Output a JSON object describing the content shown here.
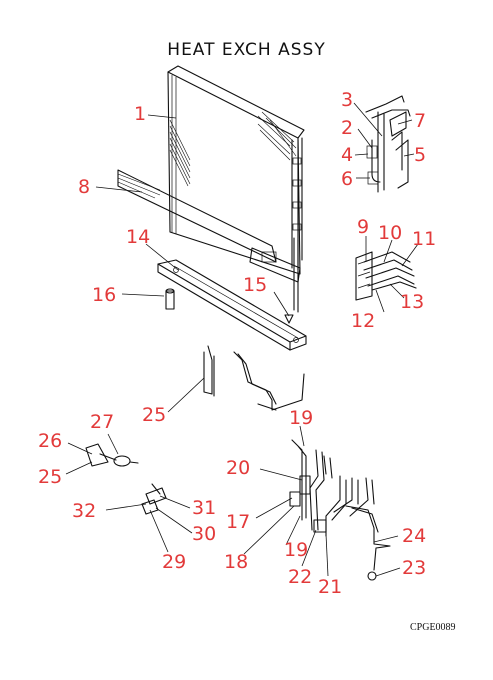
{
  "title": "HEAT EXCH ASSY",
  "drawing_code": "CPGE0089",
  "callouts": [
    {
      "id": "1",
      "label": "1"
    },
    {
      "id": "2",
      "label": "2"
    },
    {
      "id": "3",
      "label": "3"
    },
    {
      "id": "4",
      "label": "4"
    },
    {
      "id": "5",
      "label": "5"
    },
    {
      "id": "6",
      "label": "6"
    },
    {
      "id": "7",
      "label": "7"
    },
    {
      "id": "8",
      "label": "8"
    },
    {
      "id": "9",
      "label": "9"
    },
    {
      "id": "10",
      "label": "10"
    },
    {
      "id": "11",
      "label": "11"
    },
    {
      "id": "12",
      "label": "12"
    },
    {
      "id": "13",
      "label": "13"
    },
    {
      "id": "14",
      "label": "14"
    },
    {
      "id": "15",
      "label": "15"
    },
    {
      "id": "16",
      "label": "16"
    },
    {
      "id": "17",
      "label": "17"
    },
    {
      "id": "18",
      "label": "18"
    },
    {
      "id": "19a",
      "label": "19"
    },
    {
      "id": "19b",
      "label": "19"
    },
    {
      "id": "20",
      "label": "20"
    },
    {
      "id": "21",
      "label": "21"
    },
    {
      "id": "22",
      "label": "22"
    },
    {
      "id": "23",
      "label": "23"
    },
    {
      "id": "24",
      "label": "24"
    },
    {
      "id": "25",
      "label": "25"
    },
    {
      "id": "26",
      "label": "26"
    },
    {
      "id": "27",
      "label": "27"
    },
    {
      "id": "28",
      "label": "28"
    },
    {
      "id": "29",
      "label": "29"
    },
    {
      "id": "30",
      "label": "30"
    },
    {
      "id": "31",
      "label": "31"
    },
    {
      "id": "32",
      "label": "32"
    }
  ],
  "colors": {
    "callout": "#e23a3a",
    "line": "#111111"
  }
}
